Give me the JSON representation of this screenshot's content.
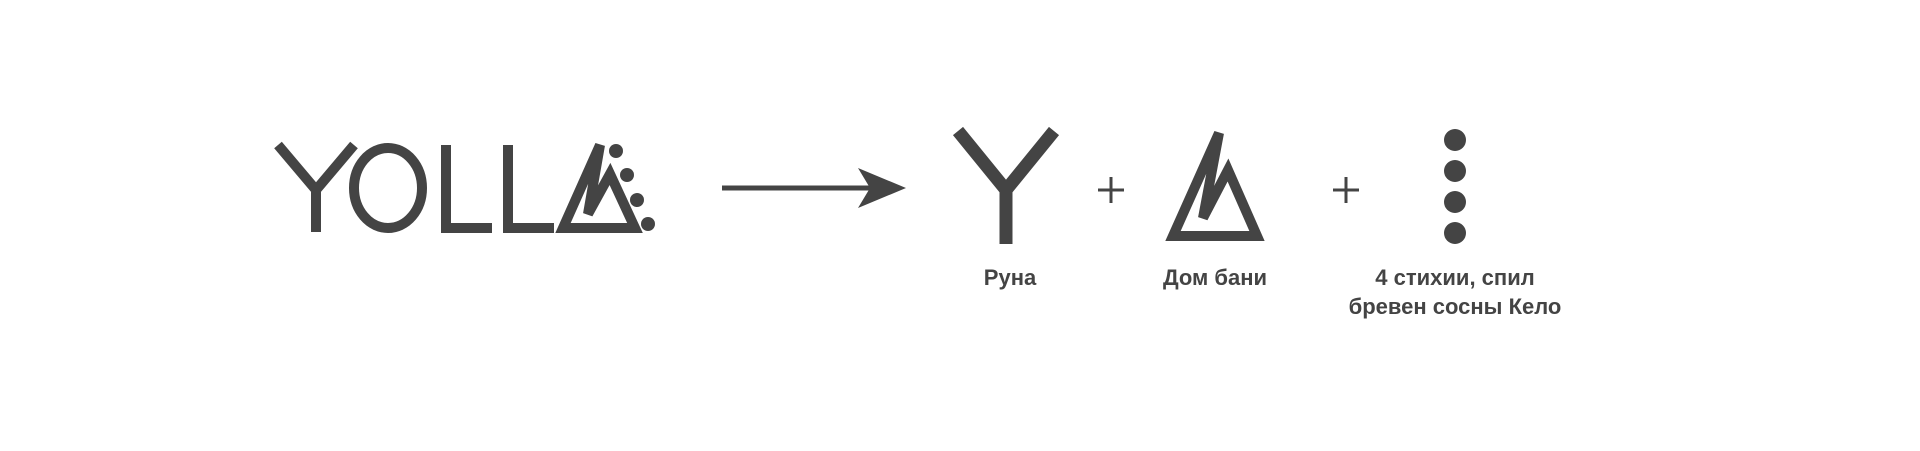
{
  "logo": {
    "wordmark": "YOLLA",
    "color": "#444444"
  },
  "arrow": {
    "icon": "right-arrow-icon"
  },
  "operators": [
    "+",
    "+"
  ],
  "components": [
    {
      "icon": "y-rune-icon",
      "caption_lines": [
        "Руна"
      ]
    },
    {
      "icon": "triangle-house-icon",
      "caption_lines": [
        "Дом бани"
      ]
    },
    {
      "icon": "four-dots-icon",
      "caption_lines": [
        "4 стихии, спил",
        "бревен сосны Кело"
      ]
    }
  ],
  "colors": {
    "ink": "#444444",
    "background": "#ffffff"
  }
}
